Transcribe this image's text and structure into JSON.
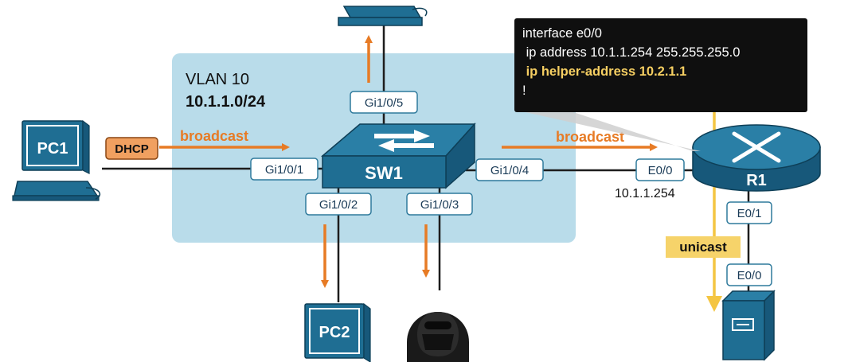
{
  "vlan": {
    "name": "VLAN 10",
    "subnet": "10.1.1.0/24"
  },
  "devices": {
    "pc1": "PC1",
    "pc2": "PC2",
    "sw1": "SW1",
    "r1": "R1"
  },
  "ports": {
    "gi105": "Gi1/0/5",
    "gi101": "Gi1/0/1",
    "gi102": "Gi1/0/2",
    "gi103": "Gi1/0/3",
    "gi104": "Gi1/0/4",
    "r1_e00": "E0/0",
    "r1_e01": "E0/1",
    "server_e00": "E0/0"
  },
  "labels": {
    "dhcp": "DHCP",
    "broadcast_left": "broadcast",
    "broadcast_right": "broadcast",
    "unicast": "unicast",
    "r1_ip": "10.1.1.254"
  },
  "console": {
    "line1": "interface e0/0",
    "line2": " ip address 10.1.1.254 255.255.255.0",
    "line3": " ip helper-address 10.2.1.1",
    "line4": "!"
  },
  "colors": {
    "vlan_bg": "#b9dcea",
    "device_blue": "#1f6e93",
    "arrow_orange": "#e77b25",
    "arrow_yellow": "#f4c542",
    "port_border": "#2f7a9c"
  }
}
